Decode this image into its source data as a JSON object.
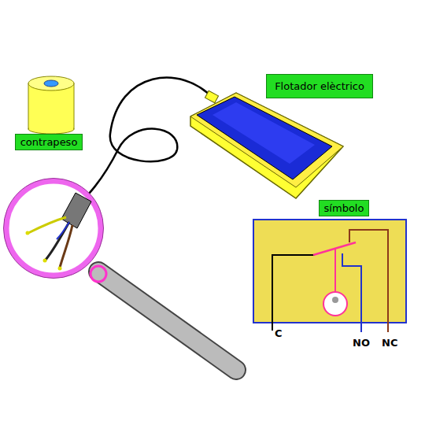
{
  "diagram": {
    "nodes": [
      {
        "text": [
          "contrapeso"
        ]
      },
      {
        "text": [
          "Flotador elèctrico"
        ]
      },
      {
        "text": [
          "símbolo"
        ]
      }
    ],
    "labels": [
      "C",
      "NO",
      "NC"
    ]
  }
}
